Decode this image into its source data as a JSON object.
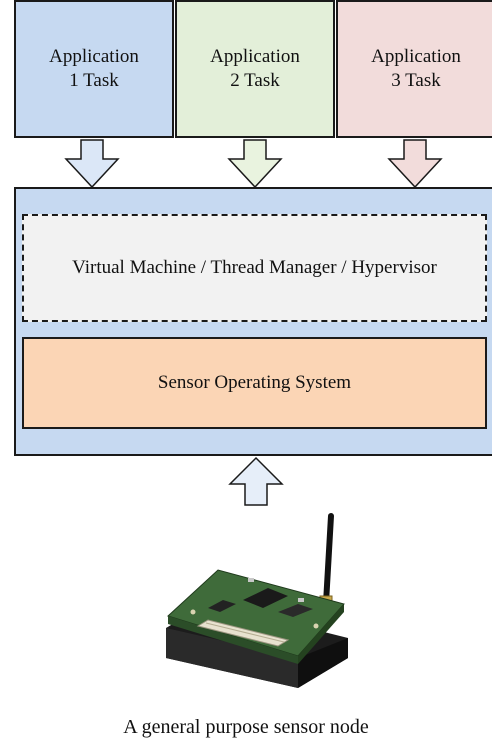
{
  "applications": [
    {
      "line1": "Application",
      "line2": "1 Task",
      "color": "#c6d9f1"
    },
    {
      "line1": "Application",
      "line2": "2 Task",
      "color": "#e3efd9"
    },
    {
      "line1": "Application",
      "line2": "3 Task",
      "color": "#f2dcdb"
    }
  ],
  "platform": {
    "vm_label": "Virtual Machine / Thread Manager / Hypervisor",
    "os_label": "Sensor Operating System",
    "background": "#c6d9f1",
    "vm_background": "#f2f2f2",
    "os_background": "#fbd5b5"
  },
  "hardware": {
    "icon": "sensor-node-board-with-antenna",
    "caption": "A general purpose sensor node"
  }
}
